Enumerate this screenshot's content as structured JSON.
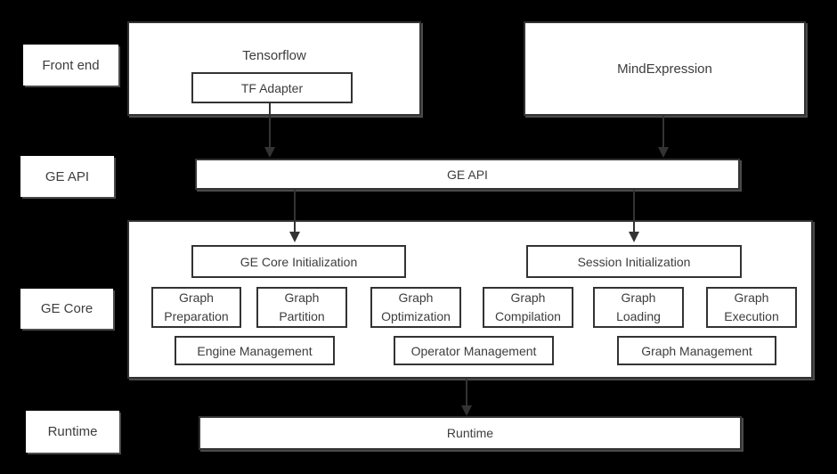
{
  "colors": {
    "background": "#000000",
    "box_fill": "#ffffff",
    "box_border": "#333333",
    "text": "#3d3d3d",
    "arrow": "#333333"
  },
  "row_labels": [
    "Front end",
    "GE API",
    "GE Core",
    "Runtime"
  ],
  "frontend": {
    "tensorflow_label": "Tensorflow",
    "tf_adapter_label": "TF Adapter",
    "mindexpression_label": "MindExpression"
  },
  "api": {
    "label": "GE API"
  },
  "core": {
    "init": [
      "GE Core Initialization",
      "Session Initialization"
    ],
    "stages": [
      "Graph Preparation",
      "Graph Partition",
      "Graph Optimization",
      "Graph Compilation",
      "Graph Loading",
      "Graph Execution"
    ],
    "management": [
      "Engine Management",
      "Operator Management",
      "Graph Management"
    ]
  },
  "runtime": {
    "label": "Runtime"
  }
}
